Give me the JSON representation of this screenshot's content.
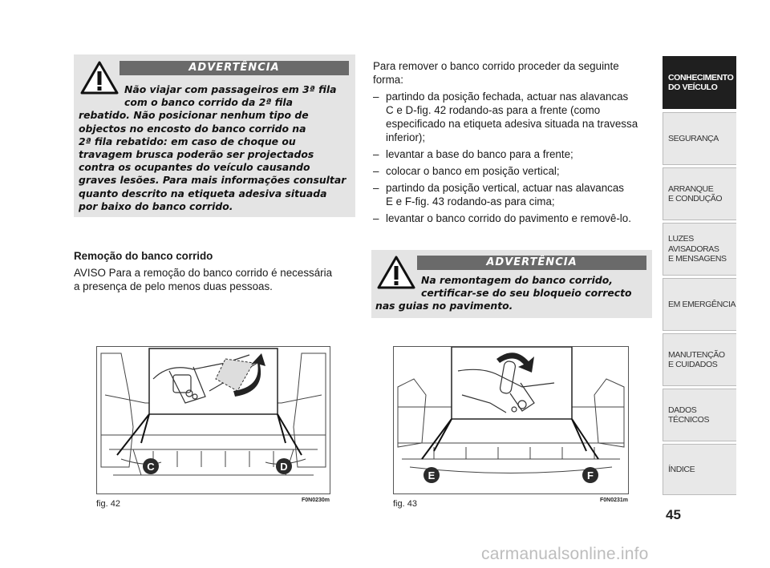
{
  "warning1": {
    "title": "ADVERTÊNCIA",
    "lines_indented": [
      "Não viajar com passageiros em 3ª fila",
      "com o banco corrido da 2ª fila"
    ],
    "lines": [
      "rebatido. Não posicionar nenhum tipo de",
      "objectos no encosto do banco corrido na",
      "2ª fila rebatido: em caso de choque ou",
      "travagem brusca poderão ser projectados",
      "contra os ocupantes do veículo causando",
      "graves lesões. Para mais informações consultar",
      "quanto descrito na etiqueta adesiva situada",
      "por baixo do banco corrido."
    ]
  },
  "section": {
    "title": "Remoção do banco corrido",
    "text_lines": [
      "AVISO Para a remoção do banco corrido é necessária",
      "a presença de pelo menos duas pessoas."
    ]
  },
  "right_text": {
    "intro_lines": [
      "Para remover o banco corrido proceder da seguinte",
      "forma:"
    ],
    "bullets": [
      [
        "partindo da posição fechada, actuar nas alavancas",
        "C e D-fig. 42 rodando-as para a frente (como",
        "especificado na etiqueta adesiva situada na travessa",
        "inferior);"
      ],
      [
        "levantar a base do banco para a frente;"
      ],
      [
        "colocar o banco em posição vertical;"
      ],
      [
        "partindo da posição vertical, actuar nas alavancas",
        "E e F-fig. 43 rodando-as para cima;"
      ],
      [
        "levantar o banco corrido do pavimento e removê-lo."
      ]
    ]
  },
  "warning2": {
    "title": "ADVERTÊNCIA",
    "lines_indented": [
      "Na remontagem do banco corrido,",
      "certificar-se do seu bloqueio correcto"
    ],
    "lines": [
      "nas guias no pavimento."
    ]
  },
  "fig42": {
    "caption": "fig. 42",
    "code": "F0N0230m",
    "labels": [
      "C",
      "D"
    ]
  },
  "fig43": {
    "caption": "fig. 43",
    "code": "F0N0231m",
    "labels": [
      "E",
      "F"
    ]
  },
  "tabs": [
    {
      "lines": [
        "CONHECIMENTO",
        "DO VEÍCULO"
      ],
      "active": true
    },
    {
      "lines": [
        "SEGURANÇA"
      ],
      "active": false
    },
    {
      "lines": [
        "ARRANQUE",
        "E CONDUÇÃO"
      ],
      "active": false
    },
    {
      "lines": [
        "LUZES",
        "AVISADORAS",
        "E MENSAGENS"
      ],
      "active": false
    },
    {
      "lines": [
        "EM EMERGÊNCIA"
      ],
      "active": false
    },
    {
      "lines": [
        "MANUTENÇÃO",
        "E CUIDADOS"
      ],
      "active": false
    },
    {
      "lines": [
        "DADOS",
        "TÉCNICOS"
      ],
      "active": false
    },
    {
      "lines": [
        "ÍNDICE"
      ],
      "active": false
    }
  ],
  "page_number": "45",
  "watermark": "carmanualsonline.info",
  "colors": {
    "warning_bg": "#e4e4e4",
    "warning_bar": "#6a6a6a",
    "active_tab": "#1f1f1f"
  }
}
